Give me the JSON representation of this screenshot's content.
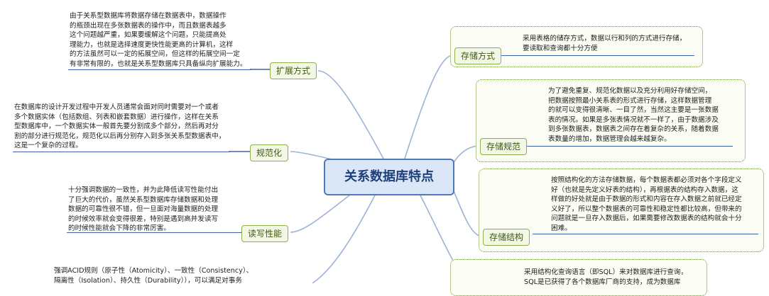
{
  "central": "关系数据库特点",
  "topics": {
    "expand": "扩展方式",
    "normalize": "规范化",
    "rw": "读写性能",
    "storage_mode": "存储方式",
    "storage_norm": "存储规范",
    "storage_struct": "存储结构"
  },
  "notes": {
    "expand": "由于关系型数据库将数据存储在数据表中，数据操作\n的瓶颈出现在多张数据表的操作中，而且数据表越多\n这个问题越严重，如果要缓解这个问题，只能提高处\n理能力，也就是选择速度更快性能更高的计算机，这样\n的方法虽然可以一定的拓展空间，但这样的拓展空间一定\n有非常有限的，也就是关系型数据库只具备纵向扩展能力。",
    "normalize": "在数据库的设计开发过程中开发人员通常会面对同时需要对一个或者\n多个数据实体（包括数组、列表和嵌套数据）进行操作，这样在关系\n型数据库中，一个数据实体一般首先要分割成多个部分，然后再对分\n割的部分进行规范化，规范化以后再分别存入到多张关系型数据表中，\n这是一个复杂的过程。",
    "rw": "十分强调数据的一致性，并为此降低读写性能付出\n了巨大的代价，虽然关系型数据库存储数据和处理\n数据的可靠性很不错，但一旦面对海量数据的处理\n的时候效率就会变得很差，特别是遇到高并发读写\n的时候性能就会下降的非常厉害。",
    "acid": "强调ACID规则（原子性（Atomicity）、一致性（Consistency）、\n隔离性（Isolation）、持久性（Durability）），可以满足对事务",
    "storage_mode": "采用表格的储存方式，数据以行和列的方式进行存储，\n要读取和查询都十分方便",
    "storage_norm": "为了避免重复、规范化数据以及充分利用好存储空间，\n把数据按照最小关系表的形式进行存储，这样数据管理\n的就可以变得很清晰、一目了然，当然这主要是一张数据\n表的情况。如果是多张表情况就不一样了，由于数据涉及\n到多张数据表，数据表之间存在着复杂的关系，随着数据\n表数量的增加，数据管理会越来越复杂。",
    "storage_struct": "按照结构化的方法存储数据，每个数据表都必须对各个字段定义\n好（也就是先定义好表的结构），再根据表的结构存入数据，这\n样做的好处就是由于数据的形式和内容在存入数据之前就已经定\n义好了，所以整个数据表的可靠性和稳定性都比较高，但带来的\n问题就是一旦存入数据后，如果需要修改数据表的结构就会十分\n困难。",
    "sql": "采用结构化查询语言（即SQL）来对数据库进行查询，\nSQL是已获得了各个数据库厂商的支持，成为数据库"
  }
}
